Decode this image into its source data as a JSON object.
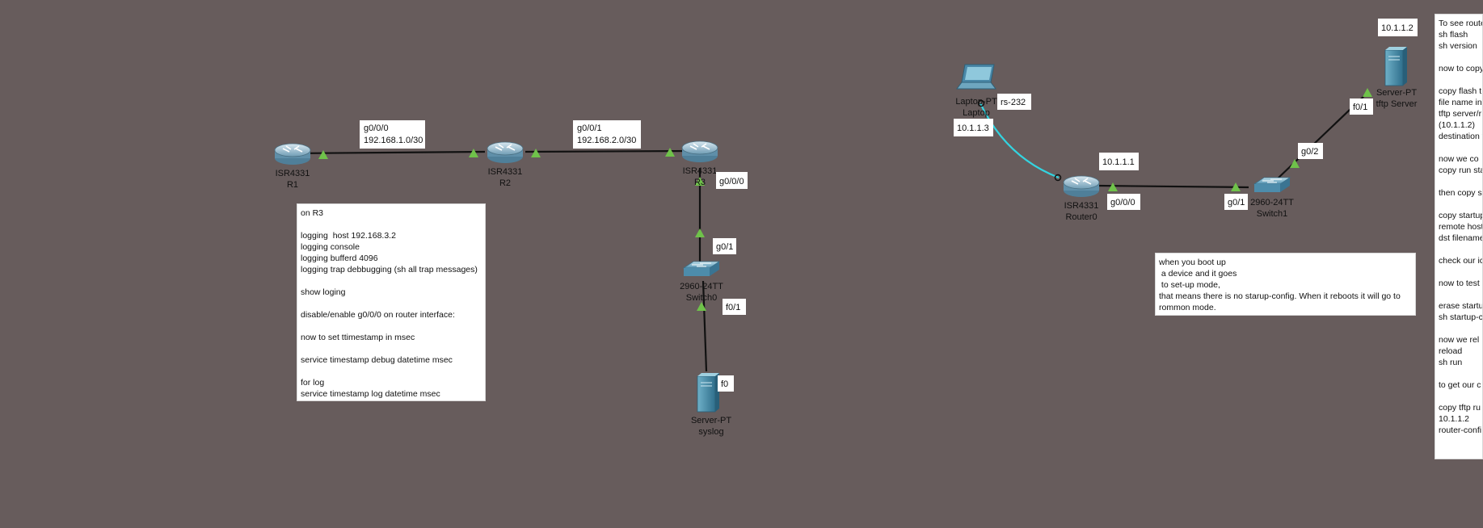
{
  "colors": {
    "background": "#675c5c",
    "cable": "#111111",
    "console_cable": "#33d4e0",
    "link_up": "#6fc24a"
  },
  "devices": {
    "r1": {
      "model": "ISR4331",
      "name": "R1",
      "icon": "router-icon"
    },
    "r2": {
      "model": "ISR4331",
      "name": "R2",
      "icon": "router-icon"
    },
    "r3": {
      "model": "ISR4331",
      "name": "R3",
      "icon": "router-icon"
    },
    "switch0": {
      "model": "2960-24TT",
      "name": "Switch0",
      "icon": "switch-icon"
    },
    "syslog": {
      "model": "Server-PT",
      "name": "syslog",
      "icon": "server-icon"
    },
    "laptop": {
      "model": "Laptop-PT",
      "name": "Laptop",
      "icon": "laptop-icon"
    },
    "router0": {
      "model": "ISR4331",
      "name": "Router0",
      "icon": "router-icon"
    },
    "switch1": {
      "model": "2960-24TT",
      "name": "Switch1",
      "icon": "switch-icon"
    },
    "tftp": {
      "model": "Server-PT",
      "name": "tftp Server",
      "icon": "server-icon"
    }
  },
  "labels": {
    "r1_r2_if": "g0/0/0",
    "r1_r2_net": "192.168.1.0/30",
    "r2_r3_if": "g0/0/1",
    "r2_r3_net": "192.168.2.0/30",
    "r3_down_if": "g0/0/0",
    "switch0_up": "g0/1",
    "switch0_down": "f0/1",
    "syslog_port": "f0",
    "console": "rs-232",
    "laptop_ip": "10.1.1.3",
    "router0_ip": "10.1.1.1",
    "router0_if": "g0/0/0",
    "switch1_left": "g0/1",
    "switch1_up": "g0/2",
    "tftp_port": "f0/1",
    "tftp_ip": "10.1.1.2"
  },
  "notes": {
    "r3_logging": "on R3\n\nlogging  host 192.168.3.2\nlogging console\nlogging bufferd 4096\nlogging trap debbugging (sh all trap messages)\n\nshow loging\n\ndisable/enable g0/0/0 on router interface:\n\nnow to set ttimestamp in msec\n\nservice timestamp debug datetime msec\n\nfor log\nservice timestamp log datetime msec",
    "boot": "when you boot up\n a device and it goes\n to set-up mode,\nthat means there is no starup-config. When it reboots it will go to\nrommon mode.",
    "router_commands": "To see route\nsh flash\nsh version\n\nnow to copy\n\ncopy flash t\nfile name in\ntftp server/r\n(10.1.1.2)\ndestination f\n\nnow we co\ncopy run sta\n\nthen copy s\n\ncopy startup\nremote host\ndst filename\n\ncheck our ic\n\nnow to test\n\nerase startu\nsh startup-c\n\nnow we rel\nreload\nsh run\n\nto get our c\n\ncopy tftp ru\n10.1.1.2\nrouter-confi"
  }
}
